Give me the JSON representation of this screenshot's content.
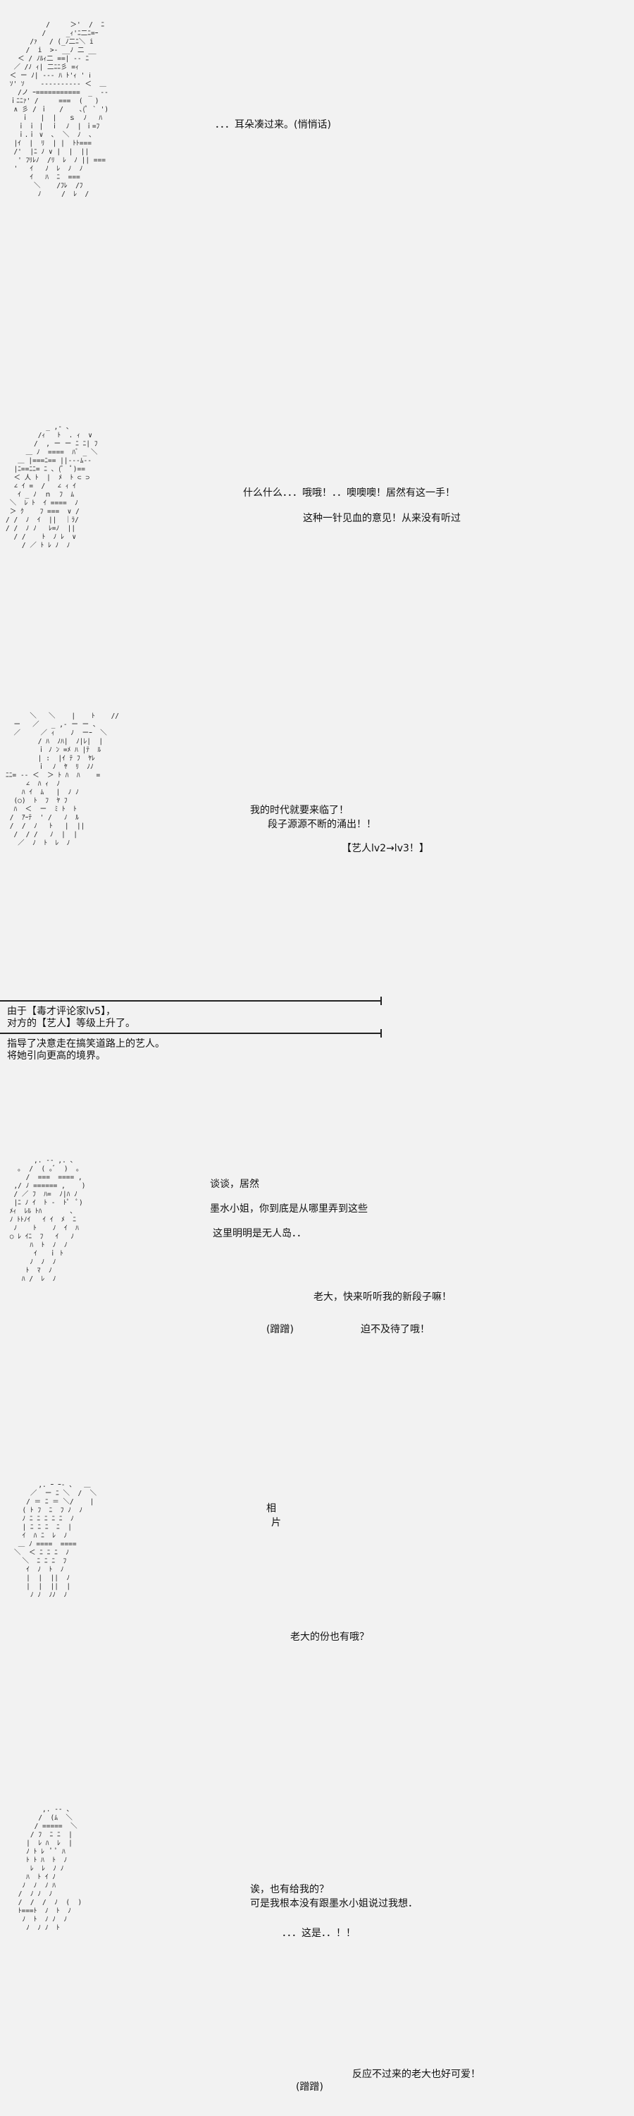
{
  "panels": [
    {
      "lines": [
        "．．．耳朵凑过来。(悄悄话)"
      ],
      "art": "          /     ＞'  /  ﾆ\n         /     _ｨ'ﾆ二ﾆ=ｰ\n      /ｧ   / (_ﾉ二ﾆ＼ i\n     /  i  >- __ﾉ 二 __\n   ＜ / ﾉﾙｨ二 ==| -- ﾆ\n  ／ /ﾉ ｨ| 二ﾆﾆ彡 =ｨ\n ＜ ー ﾉ| --- ﾊ ﾄ'ｨ ' ⅰ\n ｿ' ｿ    ---------- ＜  ＿\n   /ノ ｰ===========  _  --\n ｉﾆﾆｧ' /     ===  (   )\n  ∧ 彡 / ｉ   /    ､(ﾟ ` ')\n    ｉ   |  |   ｓ  ﾉ   ﾊ\n   ｉ ｉ |  ｉ  ﾉ  | ｉ=ﾌ\n   ｉ.ｉ ∨  ､  ＼  ﾉ  ､\n  |ｲ  |  ﾘ  | |  ﾄﾄ===\n  /'  |ﾆ ﾉ ∨ |  |  ||\n   ' ﾌﾘﾚﾉ  /ﾘ  ﾚ  ﾉ || ===\n  '   ｲ   ﾉ  ﾚ  ﾉ  ﾉ\n      ｲ   ﾊ  ﾆ  ===\n       ＼    /ﾌﾚ  /ﾌ\n        ﾉ     /  ﾚ  /"
    },
    {
      "lines": [
        "什么什么．．．哦哦！．．噢噢噢！居然有这一手！",
        "这种一针见血的意见！从来没有听过"
      ],
      "art": "          _ ,- 、\n        /ｨ   ﾄ  . ｨ  ∨\n       /  , ー ー ﾆ ﾆ| ﾌ\n     ＿ ﾉ  ====  ﾊﾞ _ ＼\n   ＿ |===ﾆ== ||---ﾑ--\n  |ﾆ==ﾆﾆ= ﾆ ､ (ﾟ  ﾟ)==\n  ＜ 人 ﾄ  |  ﾒ  ﾄ ⊂ ⊃\n  ∠ ｲ =  /   ∠ ｨ ｲ\n   ｲ _ ﾉ  ｎ  ﾌ  ﾑ\n ＼  ﾚ ﾄ  ｲ ====  ﾉ\n ＞ ｸ    ﾌ ===  ∨ /\n/ /  ﾉ  ｲ  ||  ｜ﾗ/\n/ /  ﾉ ﾉ   ﾚ=ﾉ  ||\n  / /    ﾄ  ﾉ ﾚ  ∨\n    / ／ ﾄ ﾚ ﾉ  ﾉ"
    },
    {
      "lines": [
        "我的时代就要来临了！",
        "段子源源不断的涌出！！"
      ],
      "tag": "【艺人lv2→lv3！】",
      "art": "      ＼   ＼    |    ﾄ    //\n  ー   ／   _ ,- ー ー 、\n  ／     ／ ｨ    ﾉ  ーｰ  ＼\n        / ﾊ  ﾉﾊ|  ﾉ|ﾚ|  |\n        ｉ ﾉ ﾝ =ﾒ ﾊ |ﾃ  ﾙ\n        | :  |ｲ ﾃ ﾌ  ﾔﾚ\n        ｉ  ﾉ  ﾔ  ﾘ  ﾉﾉ\nﾆﾆ= -- ＜  ＞ ﾄ ﾊ  ﾊ    =\n     ∠  ﾊ ｨ  ﾉ\n    ﾊ ｲ  ﾑ   |  ﾉ ﾉ\n  (○)  ﾄ  ﾌ  ﾔ ﾌ\n  ﾊ  ＜  ー  ﾐ ﾄ  ﾄ\n /  ｱｰﾃ  ' /   ﾉ  ﾙ\n /  /  ﾉ   ﾄ   |  ||\n  /  / /   ﾉ  |  |\n   ／  ﾉ  ﾄ  ﾚ  ﾉ"
    },
    {
      "lines": [
        "谈谈，居然",
        "墨水小姐，你到底是从哪里弄到这些",
        "这里明明是无人岛．．"
      ],
      "lines2": [
        "老大，快来听听我的新段子嘛！",
        "迫不及待了哦！"
      ],
      "sfx": "(蹭蹭)",
      "art": "       ,. -- ,. 、\n   ｡  /  ( ｡ﾞ  )  ｡\n     /  ===  ==== ,\n  ,/ ﾉ ====== ,    )\n  / ／ ﾌ  ﾊ=  ﾉ|ﾊ ﾉ\n  |ﾆ ﾉ ｲ  ﾄ ‐  ﾄﾟ  ﾟ)\n ﾒｨ  ﾚﾙ ﾄﾊ       ､\n ﾉ ﾄﾄﾉｲ   ｲ ｲ  ﾒ  ﾆ\n  ﾉ    ﾄ    ﾉ  ｲ  ﾊ\n ○ ﾚ ｲﾆ  ﾌ   ｲ   ﾉ\n      ﾊ  ﾄ  ﾉ  ﾉ\n       ｲ   ｉ ﾄ\n      ﾉ  ﾉ  ﾉ\n     ﾄ  ﾏ  ﾉ\n    ﾊ /  ﾚ  ﾉ"
    },
    {
      "lines": [
        "老大的份也有哦？"
      ],
      "sign": [
        "相",
        "片"
      ],
      "art": "      ,. ｰ ｰ‐ 、  ＿\n    ／  ー ﾆ ＼  /  ＼\n   / ＝ ﾆ ＝ ＼/    |\n  ( ﾄ ﾌ  ﾆ  ﾌ ﾉ  ﾉ\n  ﾉ ﾆ ﾆ ﾆ ﾆ ﾆ  ﾉ\n  | ﾆ ﾆ ﾆ  ﾆ  |\n  ｲ  ﾊ ﾆ  ﾚ  ﾉ\n ＿ ﾉ ====  ====\n＼  ＜ ﾆ ﾆ ﾆ  ﾉ\n  ＼  ﾆ ﾆ ﾆ  ﾌ\n   ｲ  ﾉ  ﾄ  ﾉ\n   |  |  ||  ﾉ\n   |  |  ||  |\n    ﾉ ﾉ  ﾉﾉ  ﾉ"
    },
    {
      "lines": [
        "诶，也有给我的？",
        "可是我根本没有跟墨水小姐说过我想．"
      ],
      "lines2": [
        "．．．这是．．！！"
      ],
      "lines3": [
        "反应不过来的老大也好可爱！"
      ],
      "sfx": "(蹭蹭)",
      "art": "       ,. -- 、\n      /  (ﾑ  ＼\n     / =====  ＼\n    / ﾌ  ﾆ ﾆ  |\n   |  ﾚ ﾊ  ﾚ  |\n   ﾉ ﾄ ﾚ  ﾟ ﾟ ﾊ\n   ﾄ ﾄ ﾊ  ﾄ  ﾉ\n    ﾚ  ﾚ  ﾉ ﾉ\n   ﾊ  ﾄ ｲ ﾉ\n  ﾉ  ﾉ  ﾉ ﾊ\n /  ﾉ ﾉ  ﾉ\n /  /  /  ﾉ  (  )\n ﾄ===ﾄ  ﾉ  ﾄ  ﾉ\n  ﾉ  ﾄ  ﾉ ﾉ  ﾉ\n   ﾉ  ﾉ ﾉ  ﾄ"
    }
  ],
  "system_note": {
    "lines": [
      "由于【毒才评论家lv5】，",
      "对方的【艺人】等级上升了。"
    ],
    "lines2": [
      "指导了决意走在搞笑道路上的艺人。",
      "将她引向更高的境界。"
    ]
  }
}
